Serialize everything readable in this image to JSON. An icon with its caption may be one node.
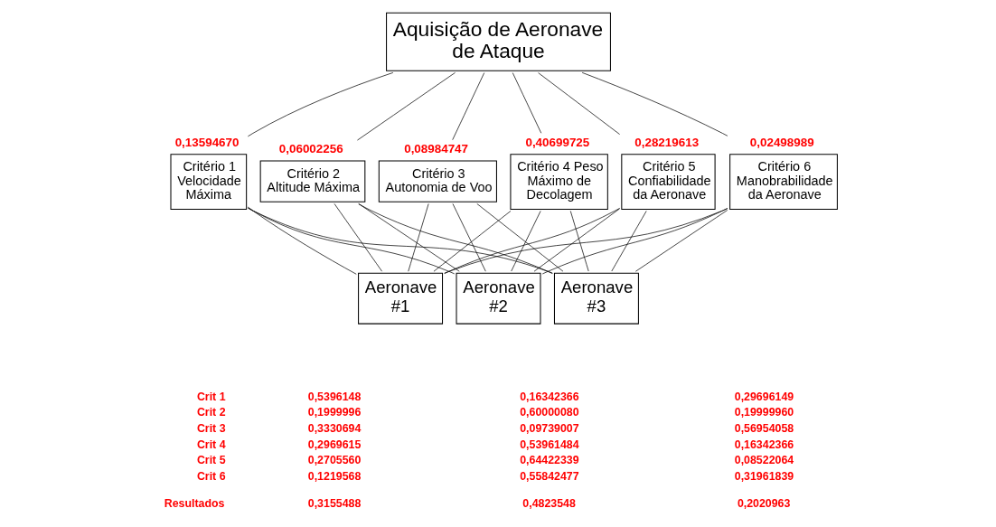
{
  "diagram": {
    "nodes": [
      {
        "text": [
          "Aquisição de Aeronave de Ataque"
        ]
      },
      {
        "text": [
          "Critério 1 Velocidade Máxima"
        ],
        "beside": [
          "0,13594670"
        ]
      },
      {
        "text": [
          "Critério 2 Altitude Máxima"
        ],
        "beside": [
          "0,06002256"
        ]
      },
      {
        "text": [
          "Critério 3 Autonomia de Voo"
        ],
        "beside": [
          "0,08984747"
        ]
      },
      {
        "text": [
          "Critério 4 Peso Máximo de Decolagem"
        ],
        "beside": [
          "0,40699725"
        ]
      },
      {
        "text": [
          "Critério 5 Confiabilidade da Aeronave"
        ],
        "beside": [
          "0,28219613"
        ]
      },
      {
        "text": [
          "Critério 6 Manobrabilidade da Aeronave"
        ],
        "beside": [
          "0,02498989"
        ]
      },
      {
        "text": [
          "Aeronave #1"
        ]
      },
      {
        "text": [
          "Aeronave #2"
        ]
      },
      {
        "text": [
          "Aeronave #3"
        ]
      }
    ],
    "edges": [
      {
        "from": 0,
        "to": 1,
        "arrow": "none"
      },
      {
        "from": 0,
        "to": 2,
        "arrow": "none"
      },
      {
        "from": 0,
        "to": 3,
        "arrow": "none"
      },
      {
        "from": 0,
        "to": 4,
        "arrow": "none"
      },
      {
        "from": 0,
        "to": 5,
        "arrow": "none"
      },
      {
        "from": 0,
        "to": 6,
        "arrow": "none"
      },
      {
        "from": 1,
        "to": 7,
        "arrow": "none"
      },
      {
        "from": 1,
        "to": 8,
        "arrow": "none"
      },
      {
        "from": 1,
        "to": 9,
        "arrow": "none"
      },
      {
        "from": 2,
        "to": 7,
        "arrow": "none"
      },
      {
        "from": 2,
        "to": 8,
        "arrow": "none"
      },
      {
        "from": 2,
        "to": 9,
        "arrow": "none"
      },
      {
        "from": 3,
        "to": 7,
        "arrow": "none"
      },
      {
        "from": 3,
        "to": 8,
        "arrow": "none"
      },
      {
        "from": 3,
        "to": 9,
        "arrow": "none"
      },
      {
        "from": 4,
        "to": 7,
        "arrow": "none"
      },
      {
        "from": 4,
        "to": 8,
        "arrow": "none"
      },
      {
        "from": 4,
        "to": 9,
        "arrow": "none"
      },
      {
        "from": 5,
        "to": 7,
        "arrow": "none"
      },
      {
        "from": 5,
        "to": 8,
        "arrow": "none"
      },
      {
        "from": 5,
        "to": 9,
        "arrow": "none"
      },
      {
        "from": 6,
        "to": 7,
        "arrow": "none"
      },
      {
        "from": 6,
        "to": 8,
        "arrow": "none"
      },
      {
        "from": 6,
        "to": 9,
        "arrow": "none"
      }
    ],
    "labels": [
      "Crit 1",
      "0,5396148",
      "0,16342366",
      "0,29696149",
      "Crit 2",
      "0,1999996",
      "0,60000080",
      "0,19999960",
      "Crit 3",
      "0,3330694",
      "0,09739007",
      "0,56954058",
      "Crit 4",
      "0,2969615",
      "0,53961484",
      "0,16342366",
      "Crit 5",
      "0,2705560",
      "0,64422339",
      "0,08522064",
      "Crit 6",
      "0,1219568",
      "0,55842477",
      "0,31961839",
      "Resultados",
      "0,3155488",
      "0,4823548",
      "0,2020963"
    ]
  }
}
